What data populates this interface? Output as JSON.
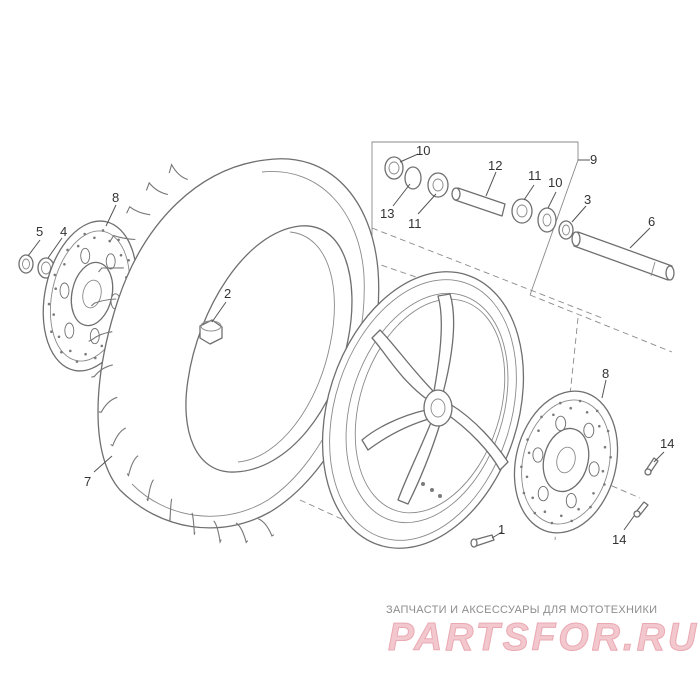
{
  "callouts": [
    {
      "id": "c1",
      "text": "1"
    },
    {
      "id": "c2",
      "text": "2"
    },
    {
      "id": "c3",
      "text": "3"
    },
    {
      "id": "c4",
      "text": "4"
    },
    {
      "id": "c5",
      "text": "5"
    },
    {
      "id": "c6",
      "text": "6"
    },
    {
      "id": "c7",
      "text": "7"
    },
    {
      "id": "c8a",
      "text": "8"
    },
    {
      "id": "c8b",
      "text": "8"
    },
    {
      "id": "c9",
      "text": "9"
    },
    {
      "id": "c10a",
      "text": "10"
    },
    {
      "id": "c10b",
      "text": "10"
    },
    {
      "id": "c11a",
      "text": "11"
    },
    {
      "id": "c11b",
      "text": "11"
    },
    {
      "id": "c12",
      "text": "12"
    },
    {
      "id": "c13",
      "text": "13"
    },
    {
      "id": "c14a",
      "text": "14"
    },
    {
      "id": "c14b",
      "text": "14"
    }
  ],
  "watermark": {
    "tagline": "ЗАПЧАСТИ И АКСЕССУАРЫ ДЛЯ МОТОТЕХНИКИ",
    "brand": "PARTSFOR.RU"
  },
  "colors": {
    "line": "#6f6f6f",
    "watermark_text": "#8d8d8d",
    "watermark_logo": "#f2c7cd"
  }
}
